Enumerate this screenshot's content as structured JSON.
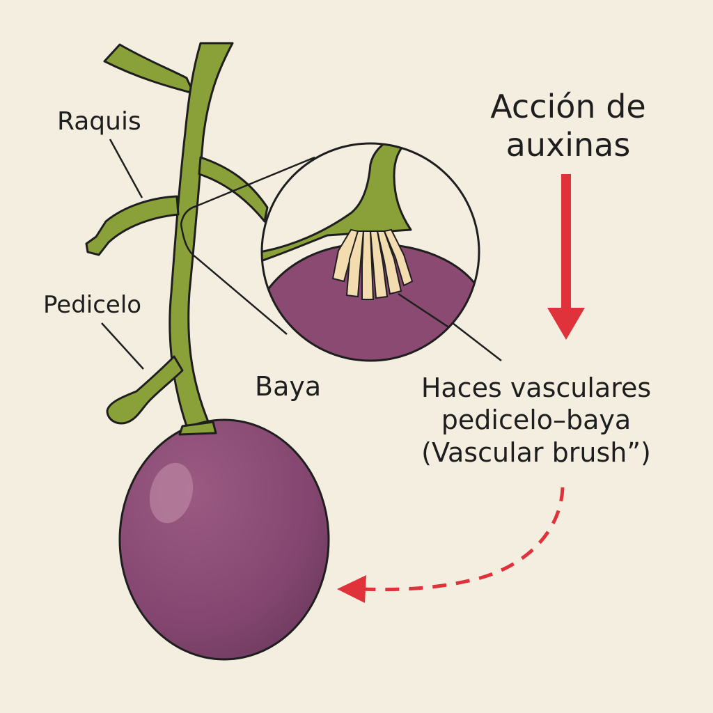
{
  "labels": {
    "raquis": "Raquis",
    "pedicelo": "Pedicelo",
    "baya": "Baya",
    "auxin_line1": "Acción de",
    "auxin_line2": "auxinas",
    "vascular_line1": "Haces vasculares",
    "vascular_line2": "pedicelo–baya",
    "vascular_line3": "(Vascular brush”)"
  },
  "colors": {
    "background": "#f3eee0",
    "stem": "#8aa038",
    "berry": "#8a4a72",
    "vascular_bundles": "#f2dcb0",
    "arrow": "#e0323a",
    "outline": "#1e1e1e"
  }
}
